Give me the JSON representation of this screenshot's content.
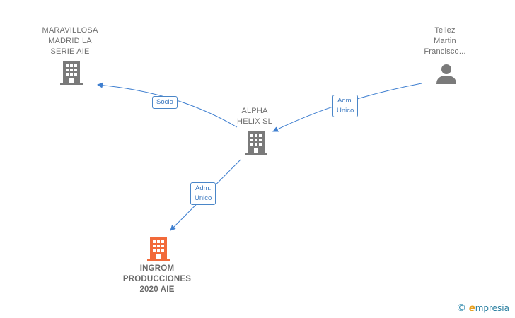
{
  "nodes": {
    "maravillosa": {
      "label": "MARAVILLOSA\nMADRID LA\nSERIE AIE",
      "icon": "building-icon",
      "color": "#7a7a7a"
    },
    "tellez": {
      "label": "Tellez\nMartin\nFrancisco...",
      "icon": "person-icon",
      "color": "#7a7a7a"
    },
    "alpha": {
      "label": "ALPHA\nHELIX  SL",
      "icon": "building-icon",
      "color": "#7a7a7a"
    },
    "ingrom": {
      "label": "INGROM\nPRODUCCIONES\n2020  AIE",
      "icon": "building-icon",
      "color": "#f26a3a"
    }
  },
  "edges": {
    "socio": {
      "label": "Socio"
    },
    "adm_tellez": {
      "label": "Adm.\nUnico"
    },
    "adm_ingrom": {
      "label": "Adm.\nUnico"
    }
  },
  "edge_color": "#3f7fd0",
  "watermark": {
    "copyright": "©",
    "brand_initial": "e",
    "brand_rest": "mpresia"
  }
}
